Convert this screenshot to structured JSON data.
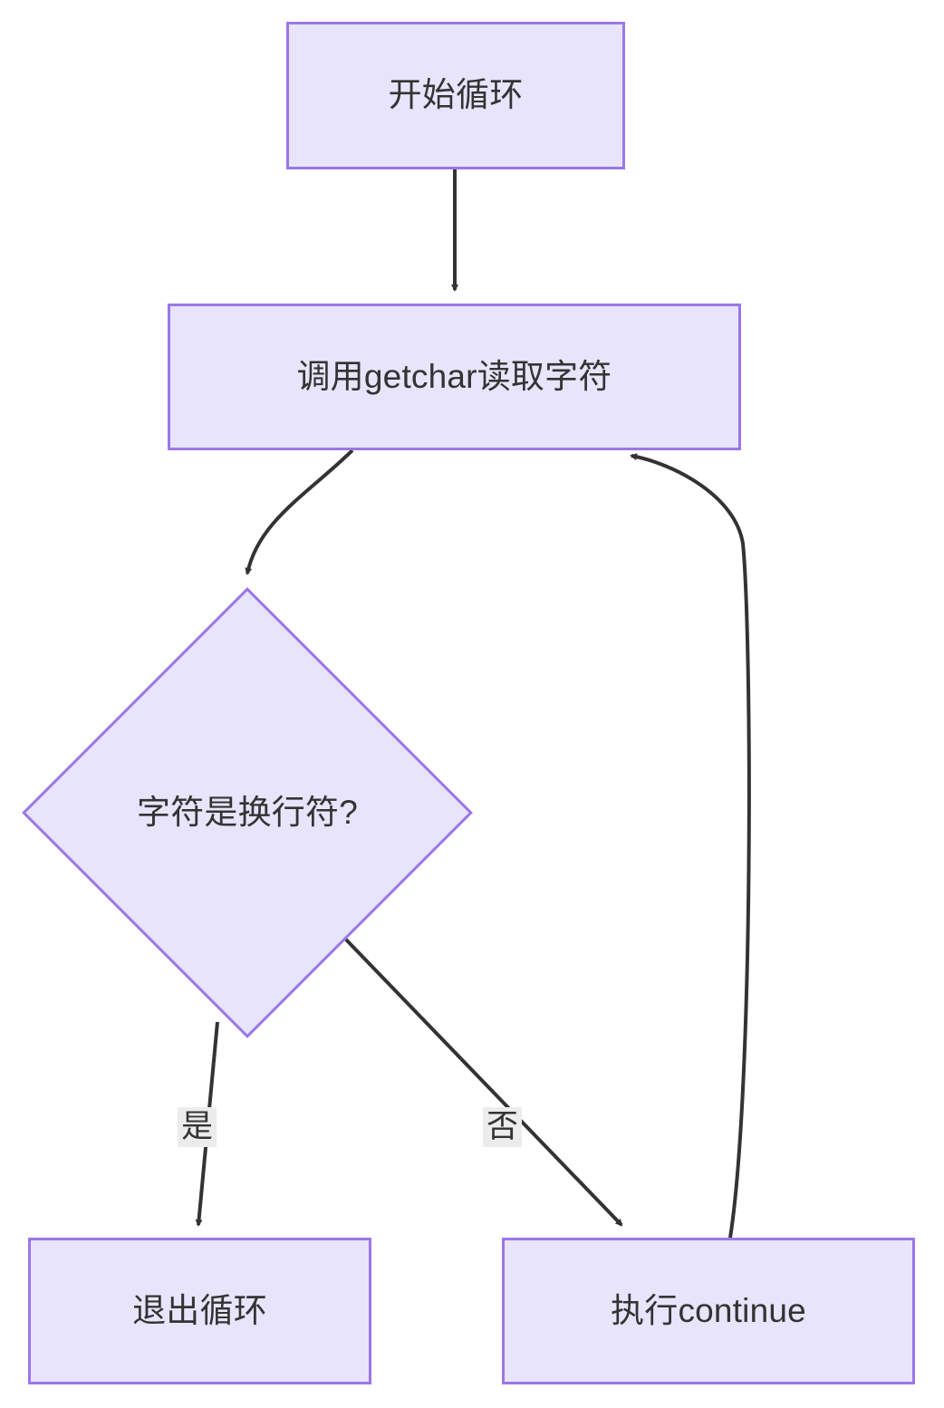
{
  "diagram": {
    "type": "flowchart",
    "direction": "top-down",
    "background_color": "#ffffff",
    "node_fill_color": "#e8e4fb",
    "node_border_color": "#9a77e8",
    "node_text_color": "#333333",
    "edge_color": "#333333",
    "edge_label_background": "#ececec",
    "nodes": [
      {
        "id": "start",
        "label": "开始循环",
        "shape": "rectangle"
      },
      {
        "id": "getchar",
        "label": "调用getchar读取字符",
        "shape": "rectangle"
      },
      {
        "id": "decision",
        "label": "字符是换行符?",
        "shape": "diamond"
      },
      {
        "id": "exit",
        "label": "退出循环",
        "shape": "rectangle"
      },
      {
        "id": "continue",
        "label": "执行continue",
        "shape": "rectangle"
      }
    ],
    "edges": [
      {
        "from": "start",
        "to": "getchar",
        "label": ""
      },
      {
        "from": "getchar",
        "to": "decision",
        "label": ""
      },
      {
        "from": "decision",
        "to": "exit",
        "label": "是"
      },
      {
        "from": "decision",
        "to": "continue",
        "label": "否"
      },
      {
        "from": "continue",
        "to": "getchar",
        "label": ""
      }
    ],
    "edge_labels": {
      "yes": "是",
      "no": "否"
    }
  }
}
